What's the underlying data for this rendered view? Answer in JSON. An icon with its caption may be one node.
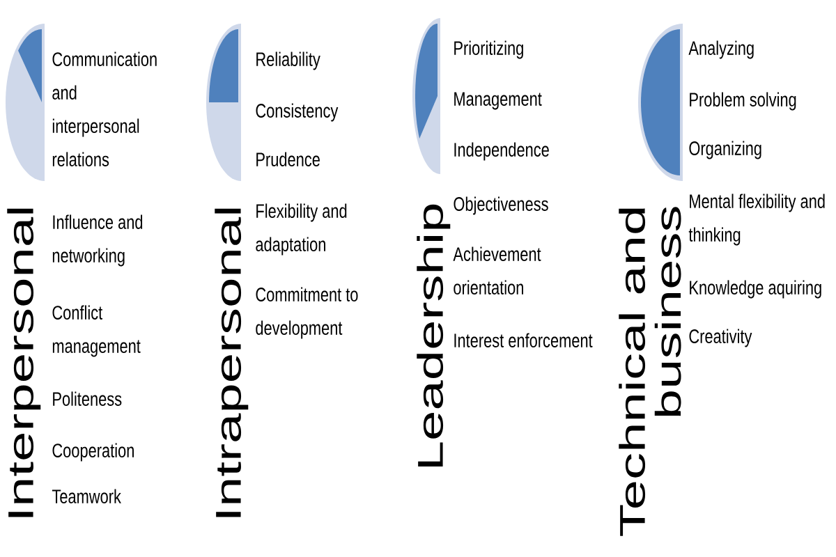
{
  "diagram": {
    "labels": [
      "Interpersonal",
      "Communication and interpersonal relations",
      "Influence and networking",
      "Conflict management",
      "Politeness",
      "Cooperation",
      "Teamwork",
      "Intrapersonal",
      "Reliability",
      "Consistency",
      "Prudence",
      "Flexibility and adaptation",
      "Commitment to development",
      "Leadership",
      "Prioritizing",
      "Management",
      "Independence",
      "Objectiveness",
      "Achievement orientation",
      "Interest enforcement",
      "Technical and business",
      "Analyzing",
      "Problem solving",
      "Organizing",
      "Mental flexibility and thinking",
      "Knowledge aquiring",
      "Creativity"
    ]
  }
}
